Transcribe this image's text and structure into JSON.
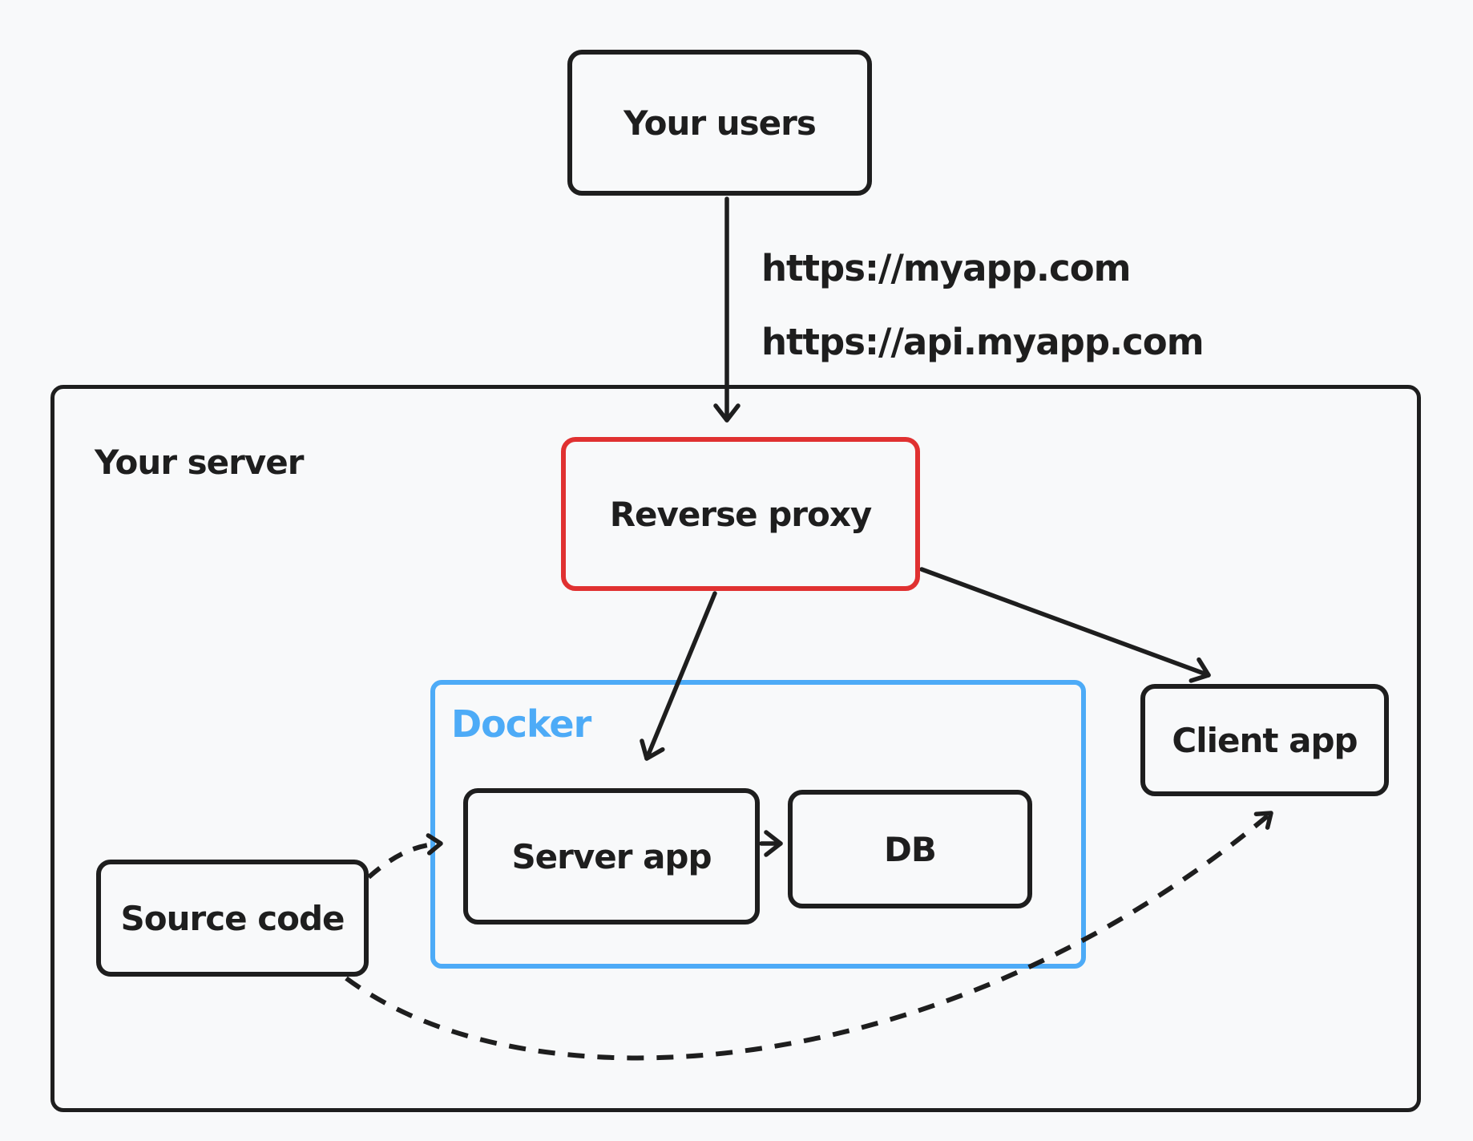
{
  "diagram": {
    "title_region": "deployment architecture",
    "colors": {
      "background": "#f8f9fa",
      "stroke": "#1e1e1e",
      "proxy_accent": "#e03131",
      "docker_accent": "#4dabf7"
    },
    "nodes": {
      "your_users": {
        "label": "Your users"
      },
      "your_server": {
        "label": "Your server"
      },
      "reverse_proxy": {
        "label": "Reverse proxy"
      },
      "docker": {
        "label": "Docker"
      },
      "server_app": {
        "label": "Server app"
      },
      "db": {
        "label": "DB"
      },
      "client_app": {
        "label": "Client app"
      },
      "source_code": {
        "label": "Source code"
      }
    },
    "edges": {
      "users_to_proxy": {
        "style": "solid",
        "labels": [
          "https://myapp.com",
          "https://api.myapp.com"
        ]
      },
      "proxy_to_server_app": {
        "style": "solid",
        "labels": []
      },
      "proxy_to_client_app": {
        "style": "solid",
        "labels": []
      },
      "server_app_to_db": {
        "style": "solid",
        "labels": []
      },
      "source_to_server_app": {
        "style": "dashed",
        "labels": []
      },
      "source_to_client_app": {
        "style": "dashed",
        "labels": []
      }
    }
  }
}
